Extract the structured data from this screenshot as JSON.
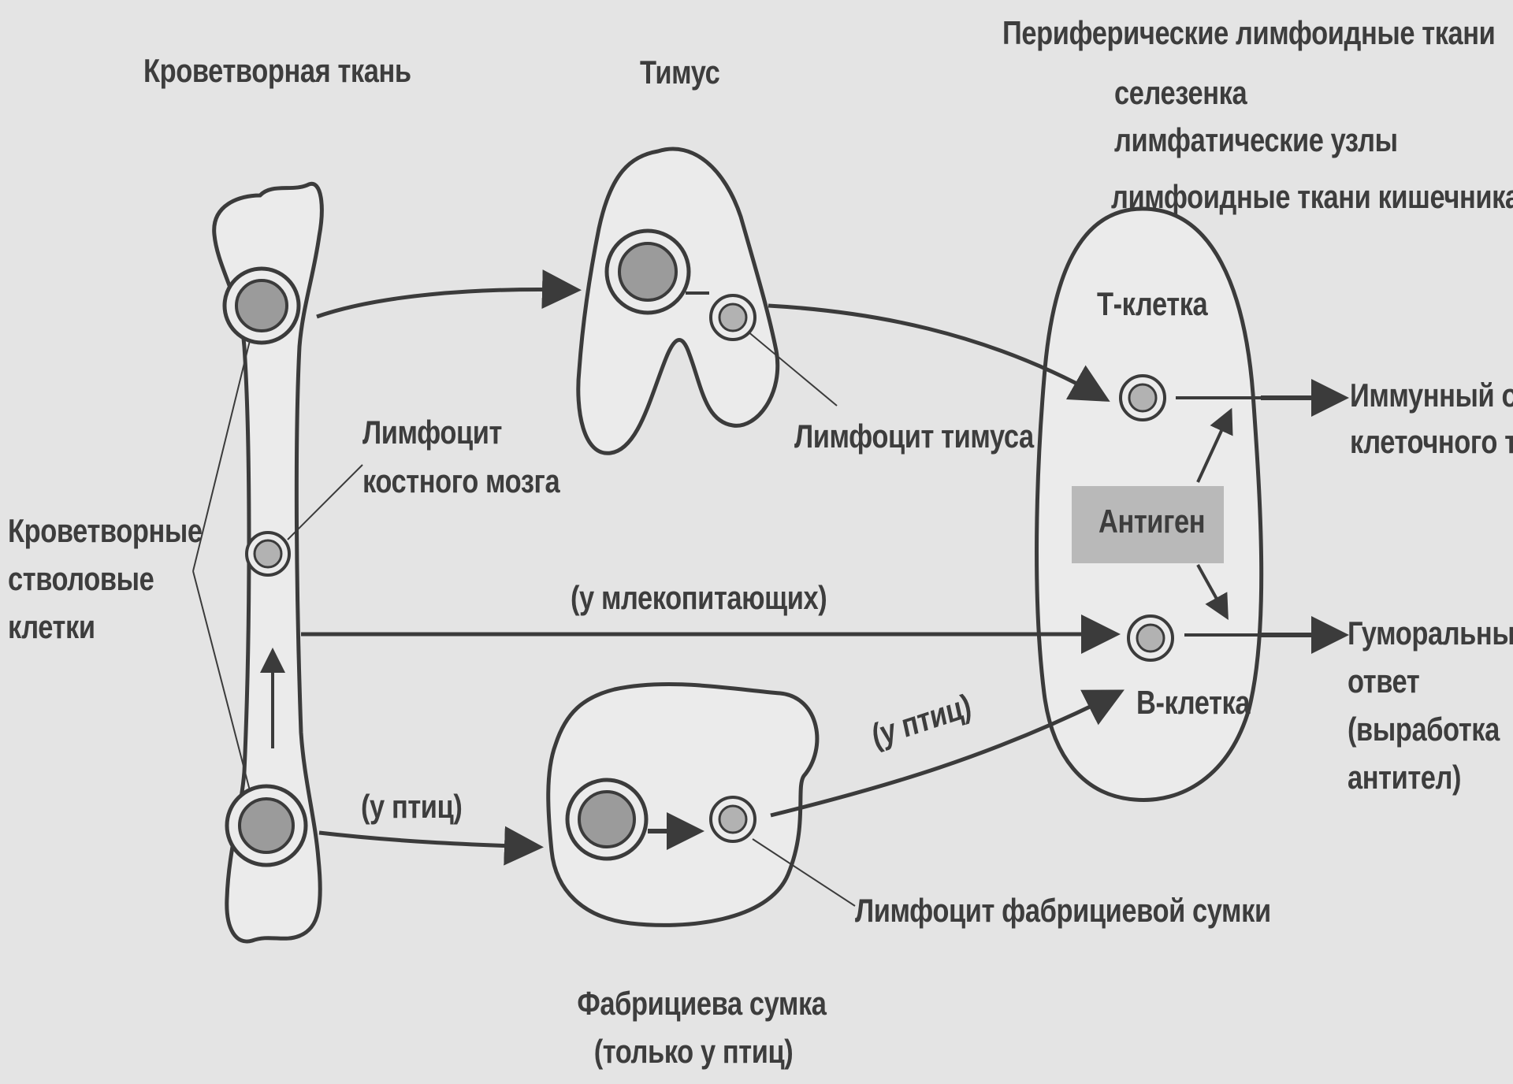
{
  "labels": {
    "hematopoietic_tissue": "Кроветворная ткань",
    "thymus": "Тимус",
    "peripheral_title": "Периферические лимфоидные ткани",
    "peripheral_items": [
      "селезенка",
      "лимфатические узлы",
      "лимфоидные ткани кишечника"
    ],
    "t_cell": "Т-клетка",
    "b_cell": "В-клетка",
    "antigen": "Антиген",
    "bone_marrow_lymphocyte": [
      "Лимфоцит",
      "костного мозга"
    ],
    "stem_cells": [
      "Кроветворные",
      "стволовые",
      "клетки"
    ],
    "thymus_lymphocyte": "Лимфоцит тимуса",
    "mammals": "(у млекопитающих)",
    "birds_1": "(у птиц)",
    "birds_2": "(у птиц)",
    "bursa_lymphocyte": "Лимфоцит фабрициевой сумки",
    "bursa": [
      "Фабрициева сумка",
      "(только у птиц)"
    ],
    "immune_response": [
      "Иммунный от",
      "клеточного ти"
    ],
    "humoral_response": [
      "Гуморальный",
      "ответ",
      "(выработка",
      "антител)"
    ]
  },
  "colors": {
    "background": "#e4e4e4",
    "organ_fill": "#ebebeb",
    "outline": "#3b3b3b",
    "cell_fill": "#9b9b9b",
    "small_cell_fill": "#b2b2b2",
    "antigen_box": "#b9b9b9",
    "text": "#3d3d3d"
  }
}
